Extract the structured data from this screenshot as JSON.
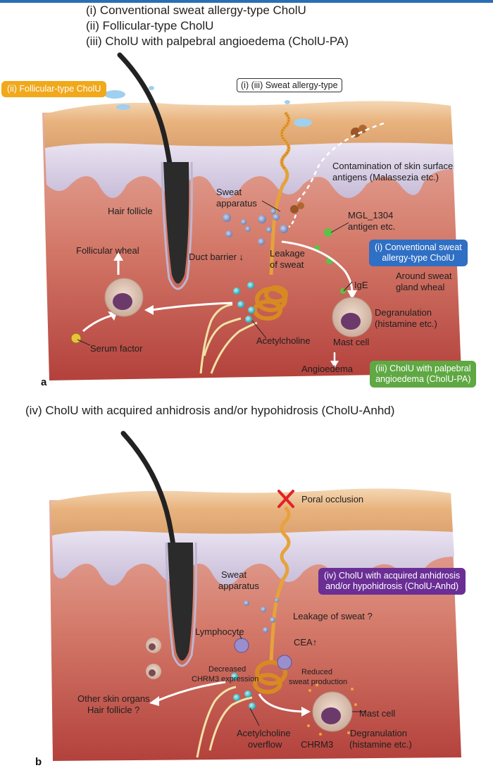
{
  "headings": {
    "i": "(i)   Conventional sweat allergy-type CholU",
    "ii": "(ii)  Follicular-type CholU",
    "iii": "(iii)  CholU with palpebral angioedema (CholU-PA)",
    "iv": "(iv) CholU with acquired anhidrosis and/or hypohidrosis (CholU-Anhd)"
  },
  "panel_a": {
    "letter": "a",
    "tag_follicular": "(ii) Follicular-type CholU",
    "tag_sweat_allergy": "(i) (iii) Sweat allergy-type",
    "tag_conventional": [
      "(i) Conventional sweat",
      "allergy-type CholU"
    ],
    "tag_palpebral": [
      "(iii) CholU with palpebral",
      "angioedema (CholU-PA)"
    ],
    "contamination": [
      "Contamination of skin surface",
      "antigens (Malassezia etc.)"
    ],
    "sweat_apparatus": [
      "Sweat",
      "apparatus"
    ],
    "hair_follicle": "Hair follicle",
    "mgl": [
      "MGL_1304",
      "antigen etc."
    ],
    "follicular_wheal": "Follicular wheal",
    "duct_barrier": "Duct barrier ↓",
    "leakage": [
      "Leakage",
      "of sweat"
    ],
    "around_sweat": [
      "Around sweat",
      "gland wheal"
    ],
    "ige": "IgE",
    "degranulation": [
      "Degranulation",
      "(histamine etc.)"
    ],
    "acetylcholine": "Acetylcholine",
    "mast_cell": "Mast cell",
    "serum_factor": "Serum factor",
    "angioedema": "Angioedema"
  },
  "panel_b": {
    "letter": "b",
    "poral_occlusion": "Poral occlusion",
    "sweat_apparatus": [
      "Sweat",
      "apparatus"
    ],
    "tag_anhd": [
      "(iv) CholU with acquired anhidrosis",
      "and/or hypohidrosis (CholU-Anhd)"
    ],
    "leakage": "Leakage of sweat ?",
    "lymphocyte": "Lymphocyte",
    "cea": "CEA↑",
    "decreased": [
      "Decreased",
      "CHRM3 expression"
    ],
    "reduced": [
      "Reduced",
      "sweat production"
    ],
    "other_organs": [
      "Other skin organs",
      "Hair follicle ?"
    ],
    "mast_cell": "Mast cell",
    "acetylcholine": [
      "Acetylcholine",
      "overflow"
    ],
    "chrm3": "CHRM3",
    "degranulation": [
      "Degranulation",
      "(histamine etc.)"
    ]
  },
  "colors": {
    "orange": "#f1a81a",
    "blue": "#2f6fc4",
    "green": "#5fa843",
    "purple": "#6a2e95"
  }
}
